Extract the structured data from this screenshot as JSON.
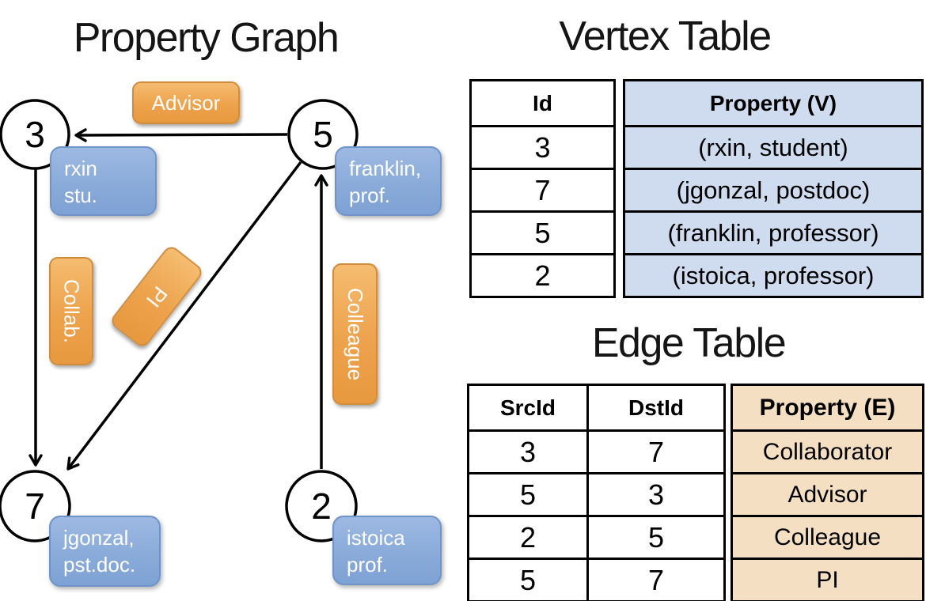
{
  "titles": {
    "graph": "Property Graph",
    "vertex_table": "Vertex Table",
    "edge_table": "Edge Table"
  },
  "graph": {
    "vertices": [
      {
        "id": "3",
        "property": "rxin\nstu."
      },
      {
        "id": "5",
        "property": "franklin,\nprof."
      },
      {
        "id": "7",
        "property": "jgonzal,\npst.doc."
      },
      {
        "id": "2",
        "property": "istoica\nprof."
      }
    ],
    "edge_labels": {
      "advisor": "Advisor",
      "collab": "Collab.",
      "pi": "PI",
      "colleague": "Colleague"
    }
  },
  "vertex_table": {
    "headers": {
      "id": "Id",
      "property": "Property (V)"
    },
    "id_values": [
      "3",
      "7",
      "5",
      "2"
    ],
    "property_values": [
      "(rxin, student)",
      "(jgonzal, postdoc)",
      "(franklin, professor)",
      "(istoica, professor)"
    ]
  },
  "edge_table": {
    "headers": {
      "src": "SrcId",
      "dst": "DstId",
      "property": "Property (E)"
    },
    "src_values": [
      "3",
      "5",
      "2",
      "5"
    ],
    "dst_values": [
      "7",
      "3",
      "5",
      "7"
    ],
    "property_values": [
      "Collaborator",
      "Advisor",
      "Colleague",
      "PI"
    ]
  },
  "colors": {
    "vertex_property_fill": "#cfdcef",
    "edge_property_fill": "#f4dfc3",
    "edge_label_orange": "#eda24c",
    "vertex_property_blue": "#8fadda",
    "line_black": "#000000"
  }
}
